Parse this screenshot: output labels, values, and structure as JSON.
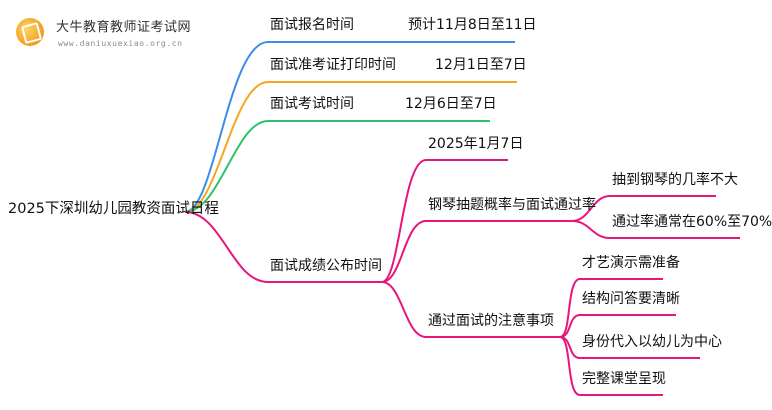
{
  "brand": {
    "name": "大牛教育教师证考试网",
    "url": "www.daniuxuexiao.org.cn"
  },
  "colors": {
    "blue": "#3b8ee6",
    "orange": "#f5a623",
    "green": "#2fc26a",
    "pink": "#e8157d"
  },
  "mindmap": {
    "root": "2025下深圳幼儿园教资面试日程",
    "branches": [
      {
        "label": "面试报名时间",
        "value": "预计11月8日至11日"
      },
      {
        "label": "面试准考证打印时间",
        "value": "12月1日至7日"
      },
      {
        "label": "面试考试时间",
        "value": "12月6日至7日"
      },
      {
        "label": "面试成绩公布时间",
        "children": [
          {
            "label": "2025年1月7日"
          },
          {
            "label": "钢琴抽题概率与面试通过率",
            "children": [
              {
                "label": "抽到钢琴的几率不大"
              },
              {
                "label": "通过率通常在60%至70%"
              }
            ]
          },
          {
            "label": "通过面试的注意事项",
            "children": [
              {
                "label": "才艺演示需准备"
              },
              {
                "label": "结构问答要清晰"
              },
              {
                "label": "身份代入以幼儿为中心"
              },
              {
                "label": "完整课堂呈现"
              }
            ]
          }
        ]
      }
    ]
  }
}
